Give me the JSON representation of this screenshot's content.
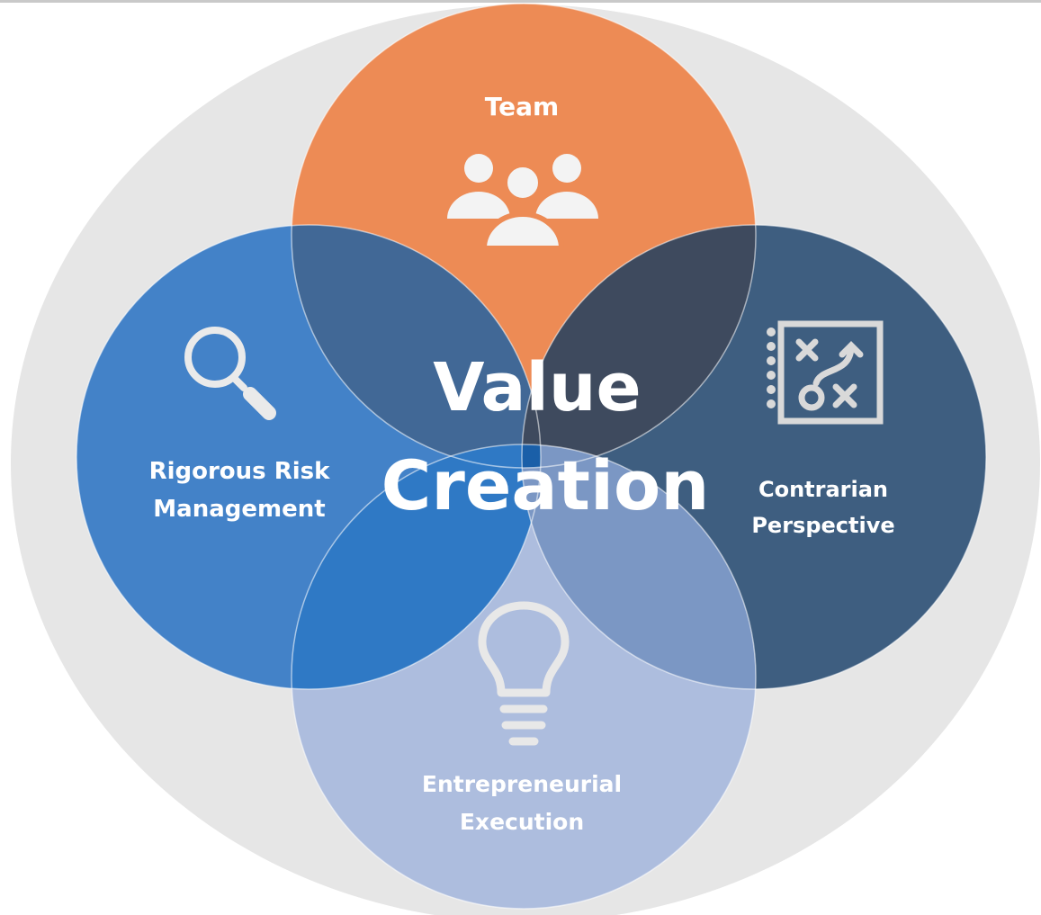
{
  "diagram": {
    "center_line1": "Value",
    "center_line2": "Creation",
    "team": {
      "label": "Team",
      "icon": "team-people-icon",
      "color": "#ed8b55"
    },
    "risk": {
      "line1": "Rigorous Risk",
      "line2": "Management",
      "icon": "magnifier-search-icon",
      "color": "#4382c8"
    },
    "contrarian": {
      "line1": "Contrarian",
      "line2": "Perspective",
      "icon": "strategy-playbook-icon",
      "color": "#3e5e80"
    },
    "execution": {
      "line1": "Entrepreneurial",
      "line2": "Execution",
      "icon": "lightbulb-icon",
      "color": "#a8b9dd"
    },
    "background_color": "#e6e6e6"
  }
}
